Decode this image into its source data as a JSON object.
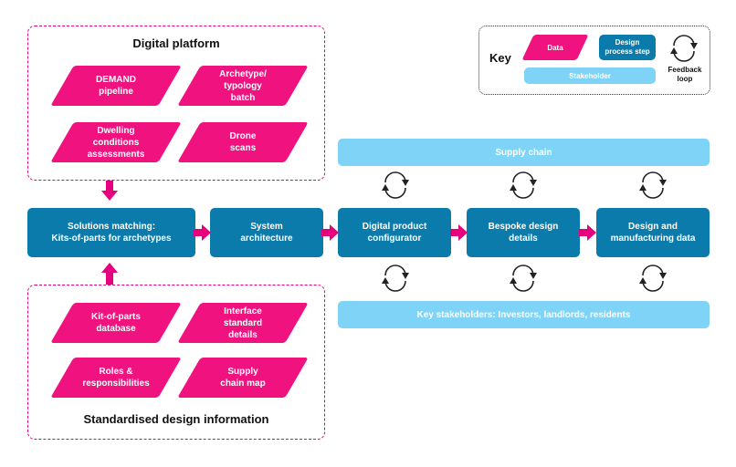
{
  "digital_platform": {
    "title": "Digital platform",
    "items": [
      "DEMAND\npipeline",
      "Archetype/\ntypology\nbatch",
      "Dwelling\nconditions\nassessments",
      "Drone\nscans"
    ]
  },
  "standardised_info": {
    "title": "Standardised design information",
    "items": [
      "Kit-of-parts\ndatabase",
      "Interface\nstandard\ndetails",
      "Roles &\nresponsibilities",
      "Supply\nchain map"
    ]
  },
  "process_steps": [
    "Solutions matching:\nKits-of-parts for archetypes",
    "System\narchitecture",
    "Digital product\nconfigurator",
    "Bespoke design\ndetails",
    "Design and\nmanufacturing data"
  ],
  "supply_chain_label": "Supply chain",
  "stakeholders_label": "Key stakeholders: Investors, landlords, residents",
  "key": {
    "title": "Key",
    "data_label": "Data",
    "design_step_label": "Design\nprocess step",
    "stakeholder_label": "Stakeholder",
    "feedback_label": "Feedback\nloop"
  },
  "colors": {
    "data": "#f0127f",
    "design_step": "#0a7bab",
    "stakeholder": "#7fd3f7",
    "group_border": "#e6007e"
  }
}
